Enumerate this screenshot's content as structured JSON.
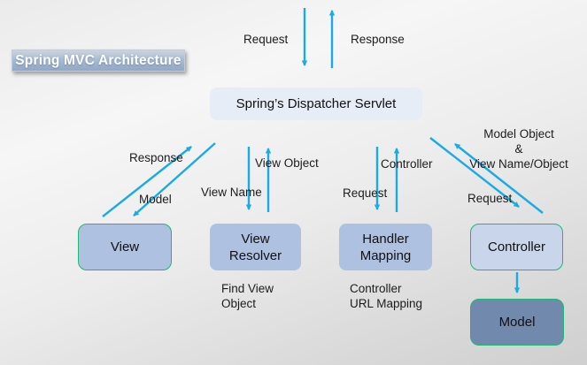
{
  "title": "Spring MVC Architecture",
  "dispatcher": {
    "label": "Spring’s Dispatcher Servlet"
  },
  "top_flow": {
    "request": "Request",
    "response": "Response"
  },
  "view_flow": {
    "response": "Response",
    "model": "Model"
  },
  "view_resolver_flow": {
    "view_object": "View Object",
    "view_name": "View Name"
  },
  "handler_flow": {
    "controller": "Controller",
    "request": "Request"
  },
  "controller_flow": {
    "model_object": "Model Object\n&\nView Name/Object",
    "request": "Request"
  },
  "boxes": {
    "view": "View",
    "view_resolver": "View\nResolver",
    "handler_mapping": "Handler\nMapping",
    "controller": "Controller",
    "model": "Model"
  },
  "notes": {
    "find_view_object": "Find View\nObject",
    "controller_url_mapping": "Controller\nURL Mapping"
  },
  "colors": {
    "arrow": "#1aabe4",
    "box_fill": "#aec1e0",
    "controller_fill": "#c9d5ea",
    "model_fill": "#7289ae",
    "green_border": "#22b573",
    "dispatcher_fill": "#e7edf6",
    "title_text": "#ffffff"
  }
}
